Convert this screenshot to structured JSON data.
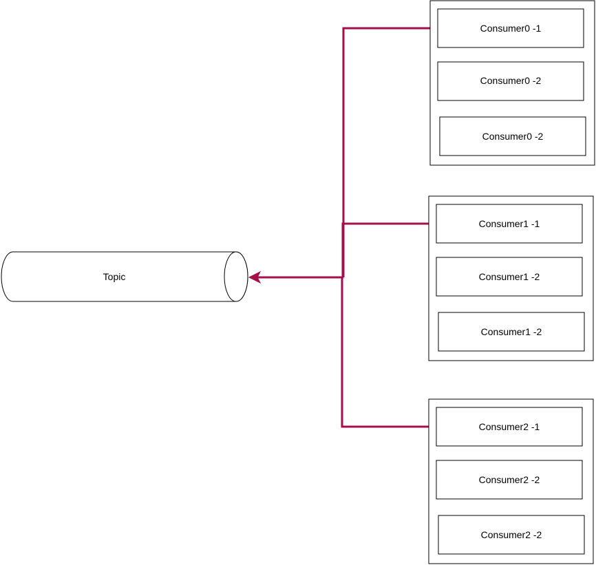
{
  "colors": {
    "connector": "#a50e4b",
    "stroke": "#000000",
    "fill": "#ffffff",
    "text": "#000000"
  },
  "topic": {
    "label": "Topic"
  },
  "groups": [
    {
      "items": [
        {
          "label": "Consumer0 -1"
        },
        {
          "label": "Consumer0 -2"
        },
        {
          "label": "Consumer0 -2"
        }
      ]
    },
    {
      "items": [
        {
          "label": "Consumer1 -1"
        },
        {
          "label": "Consumer1 -2"
        },
        {
          "label": "Consumer1 -2"
        }
      ]
    },
    {
      "items": [
        {
          "label": "Consumer2 -1"
        },
        {
          "label": "Consumer2 -2"
        },
        {
          "label": "Consumer2 -2"
        }
      ]
    }
  ]
}
